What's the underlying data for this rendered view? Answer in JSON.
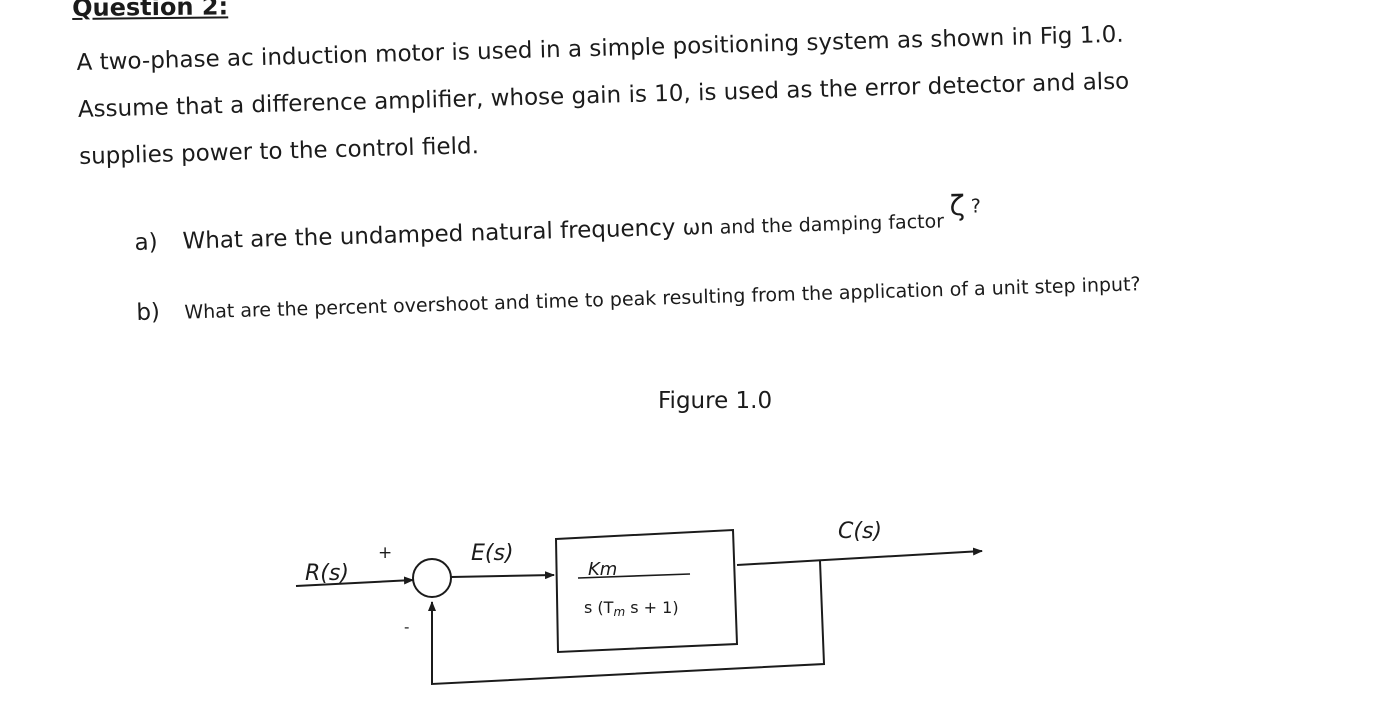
{
  "question": {
    "title": "Question 2:"
  },
  "paragraph": [
    "A two-phase ac induction motor is used in a simple positioning system as shown in Fig 1.0.",
    "Assume that a difference amplifier, whose gain is 10, is used as the error detector and also",
    "supplies power to the control field."
  ],
  "parts": {
    "a": {
      "marker": "a)",
      "text_1": "What are the undamped natural frequency ",
      "omega": "ωn",
      "text_2": " and the damping factor ",
      "zeta": "ζ",
      "end": "?"
    },
    "b": {
      "marker": "b)",
      "text": "What are the percent overshoot and time to peak resulting from the application of a unit step input?"
    }
  },
  "figure": {
    "caption": "Figure 1.0",
    "input_label": "R(s)",
    "plus_sign": "+",
    "minus_sign": "-",
    "error_label": "E(s)",
    "output_label": "C(s)",
    "block": {
      "numerator": "Km",
      "den_s": "s (T",
      "den_sub": "m",
      "den_rest": " s + 1)"
    }
  }
}
